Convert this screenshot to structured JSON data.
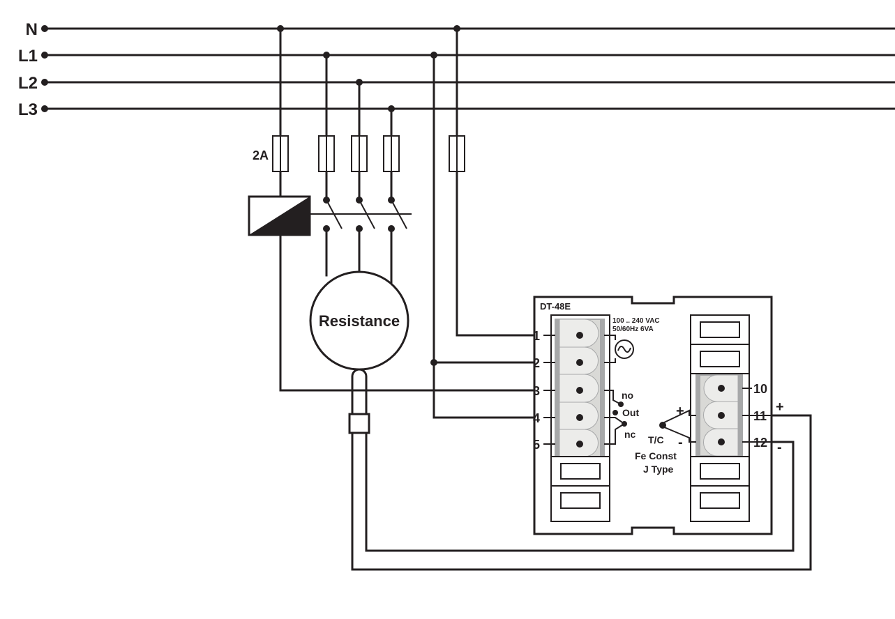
{
  "diagram": {
    "lines": [
      {
        "id": "N",
        "label": "N"
      },
      {
        "id": "L1",
        "label": "L1"
      },
      {
        "id": "L2",
        "label": "L2"
      },
      {
        "id": "L3",
        "label": "L3"
      }
    ],
    "fuse_rating": "2A",
    "load_label": "Resistance",
    "device": {
      "model": "DT-48E",
      "supply_line1": "100 .. 240 VAC",
      "supply_line2": "50/60Hz 6VA",
      "left_terminals": [
        "1",
        "2",
        "3",
        "4",
        "5"
      ],
      "right_terminals": [
        "10",
        "11",
        "12"
      ],
      "relay_no": "no",
      "relay_out": "Out",
      "relay_nc": "nc",
      "tc_plus": "+",
      "tc_minus": "-",
      "tc_label": "T/C",
      "tc_type1": "Fe Const",
      "tc_type2": "J Type",
      "ext_plus": "+",
      "ext_minus": "-"
    }
  },
  "colors": {
    "line": "#231f20",
    "terminal_block": "#d9d9d6",
    "terminal_edge": "#a7a8a9"
  }
}
